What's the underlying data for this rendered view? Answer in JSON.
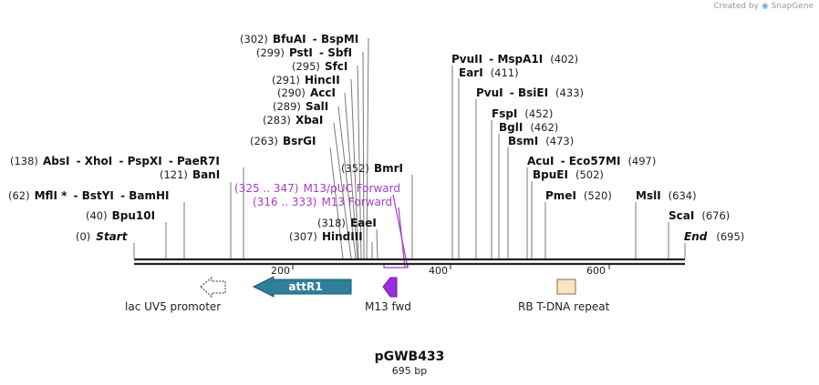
{
  "credit": {
    "prefix": "Created by",
    "brand": "SnapGene"
  },
  "plasmid": {
    "name": "pGWB433",
    "length_label": "695 bp",
    "length": 695
  },
  "scale": {
    "ticks": [
      "200",
      "400",
      "600"
    ]
  },
  "ends": {
    "start": {
      "pos": "(0)",
      "label": "Start"
    },
    "end": {
      "pos": "(695)",
      "label": "End"
    }
  },
  "sites": [
    {
      "pos": "(302)",
      "names": [
        "BfuAI",
        "BspMI"
      ]
    },
    {
      "pos": "(299)",
      "names": [
        "PstI",
        "SbfI"
      ]
    },
    {
      "pos": "(295)",
      "names": [
        "SfcI"
      ]
    },
    {
      "pos": "(291)",
      "names": [
        "HincII"
      ]
    },
    {
      "pos": "(290)",
      "names": [
        "AccI"
      ]
    },
    {
      "pos": "(289)",
      "names": [
        "SalI"
      ]
    },
    {
      "pos": "(283)",
      "names": [
        "XbaI"
      ]
    },
    {
      "pos": "(263)",
      "names": [
        "BsrGI"
      ]
    },
    {
      "pos": "(138)",
      "names": [
        "AbsI",
        "XhoI",
        "PspXI",
        "PaeR7I"
      ]
    },
    {
      "pos": "(121)",
      "names": [
        "BanI"
      ]
    },
    {
      "pos": "(62)",
      "names": [
        "MflI *",
        "BstYI",
        "BamHI"
      ]
    },
    {
      "pos": "(40)",
      "names": [
        "Bpu10I"
      ]
    },
    {
      "pos": "(352)",
      "names": [
        "BmrI"
      ]
    },
    {
      "pos": "(318)",
      "names": [
        "EaeI"
      ]
    },
    {
      "pos": "(307)",
      "names": [
        "HindIII"
      ]
    },
    {
      "pos": "(402)",
      "names": [
        "PvuII",
        "MspA1I"
      ]
    },
    {
      "pos": "(411)",
      "names": [
        "EarI"
      ]
    },
    {
      "pos": "(433)",
      "names": [
        "PvuI",
        "BsiEI"
      ]
    },
    {
      "pos": "(452)",
      "names": [
        "FspI"
      ]
    },
    {
      "pos": "(462)",
      "names": [
        "BglI"
      ]
    },
    {
      "pos": "(473)",
      "names": [
        "BsmI"
      ]
    },
    {
      "pos": "(497)",
      "names": [
        "AcuI",
        "Eco57MI"
      ]
    },
    {
      "pos": "(502)",
      "names": [
        "BpuEI"
      ]
    },
    {
      "pos": "(520)",
      "names": [
        "PmeI"
      ]
    },
    {
      "pos": "(634)",
      "names": [
        "MslI"
      ]
    },
    {
      "pos": "(676)",
      "names": [
        "ScaI"
      ]
    }
  ],
  "primers": [
    {
      "pos": "(325 .. 347)",
      "name": "M13/pUC Forward"
    },
    {
      "pos": "(316 .. 333)",
      "name": "M13 Forward"
    }
  ],
  "features": [
    {
      "name": "lac UV5 promoter",
      "direction": "left",
      "color": "#ffffff"
    },
    {
      "name": "attR1",
      "direction": "left",
      "color": "#2e7f99"
    },
    {
      "name": "M13 fwd",
      "direction": "left",
      "color": "#9b2fe0"
    },
    {
      "name": "RB T-DNA repeat",
      "direction": "none",
      "color": "#fde2c2"
    }
  ],
  "colors": {
    "primer": "#a63cc9",
    "backbone": "#222222"
  }
}
